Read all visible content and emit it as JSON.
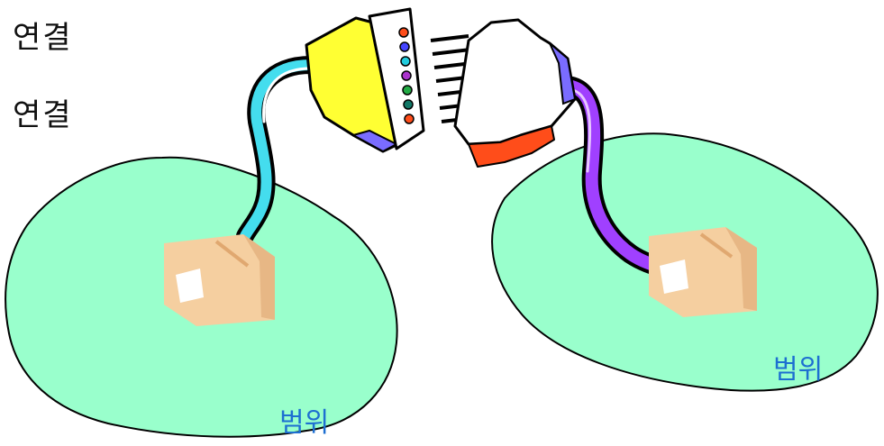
{
  "labels": {
    "connection_top": "연결",
    "connection_mid": "연결"
  },
  "regions": {
    "left": {
      "label": "범위"
    },
    "right": {
      "label": "범위"
    }
  },
  "colors": {
    "region_fill": "#99ffcc",
    "scope_text": "#1d6fd1",
    "left_cable": "#44ddee",
    "right_cable": "#a040ff",
    "left_connector": "#ffff33",
    "right_connector_accent": "#ff4d1a",
    "connector_accent_blue": "#7a6cff",
    "box_fill": "#f5cfa0"
  }
}
